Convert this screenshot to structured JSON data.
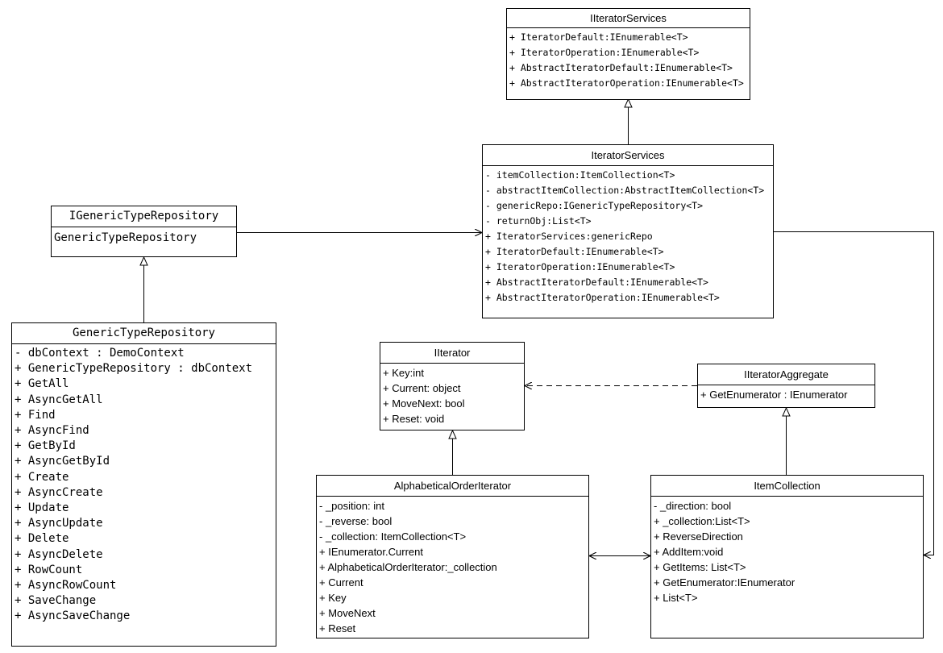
{
  "classes": {
    "iiterator_services": {
      "title": "IIteratorServices",
      "members": [
        "+ IteratorDefault:IEnumerable<T>",
        "+ IteratorOperation:IEnumerable<T>",
        "+ AbstractIteratorDefault:IEnumerable<T>",
        "+ AbstractIteratorOperation:IEnumerable<T>"
      ]
    },
    "iterator_services": {
      "title": "IteratorServices",
      "members": [
        "- itemCollection:ItemCollection<T>",
        "- abstractItemCollection:AbstractItemCollection<T>",
        "- genericRepo:IGenericTypeRepository<T>",
        "- returnObj:List<T>",
        "+ IteratorServices:genericRepo",
        "+ IteratorDefault:IEnumerable<T>",
        "+ IteratorOperation:IEnumerable<T>",
        "+ AbstractIteratorDefault:IEnumerable<T>",
        "+ AbstractIteratorOperation:IEnumerable<T>"
      ]
    },
    "igeneric_type_repository": {
      "title": "IGenericTypeRepository",
      "members": [
        "GenericTypeRepository"
      ]
    },
    "generic_type_repository": {
      "title": "GenericTypeRepository",
      "members": [
        "- dbContext : DemoContext",
        "+ GenericTypeRepository : dbContext",
        "+ GetAll",
        "+ AsyncGetAll",
        "+ Find",
        "+ AsyncFind",
        "+ GetById",
        "+ AsyncGetById",
        "+ Create",
        "+ AsyncCreate",
        "+ Update",
        "+ AsyncUpdate",
        "+ Delete",
        "+ AsyncDelete",
        "+ RowCount",
        "+ AsyncRowCount",
        "+ SaveChange",
        "+ AsyncSaveChange"
      ]
    },
    "iiterator": {
      "title": "IIterator",
      "members": [
        "+ Key:int",
        "+ Current: object",
        "+ MoveNext: bool",
        "+ Reset: void"
      ]
    },
    "iiterator_aggregate": {
      "title": "IIteratorAggregate",
      "members": [
        "+ GetEnumerator : IEnumerator"
      ]
    },
    "alphabetical_order_iterator": {
      "title": "AlphabeticalOrderIterator",
      "members": [
        "- _position: int",
        "- _reverse: bool",
        "- _collection: ItemCollection<T>",
        "+ IEnumerator.Current",
        "+ AlphabeticalOrderIterator:_collection",
        "+ Current",
        "+ Key",
        "+ MoveNext",
        "+ Reset"
      ]
    },
    "item_collection": {
      "title": "ItemCollection",
      "members": [
        "- _direction: bool",
        "+ _collection:List<T>",
        "+ ReverseDirection",
        "+ AddItem:void",
        "+ GetItems: List<T>",
        "+ GetEnumerator:IEnumerator",
        "+ List<T>"
      ]
    }
  }
}
